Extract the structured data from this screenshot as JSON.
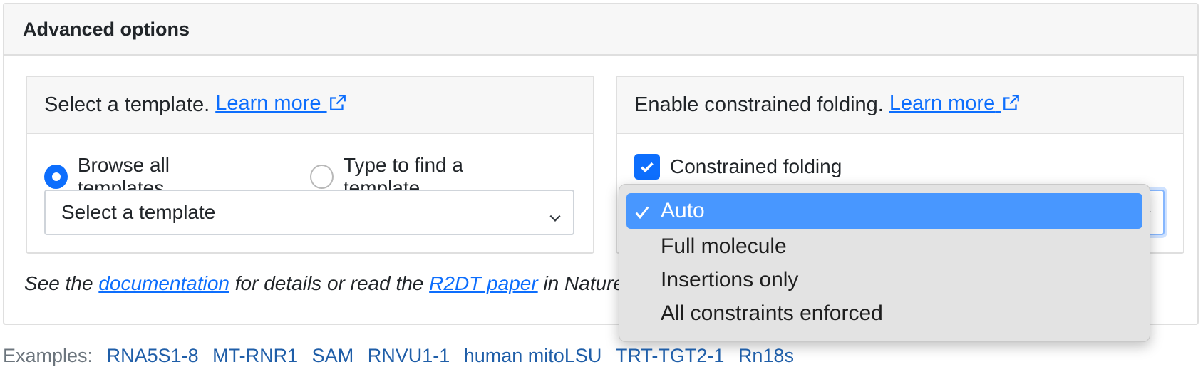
{
  "card": {
    "title": "Advanced options"
  },
  "template_panel": {
    "header_text": "Select a template.",
    "learn_more": "Learn more",
    "radio_browse": "Browse all templates",
    "radio_type": "Type to find a template",
    "select_placeholder": "Select a template"
  },
  "folding_panel": {
    "header_text": "Enable constrained folding.",
    "learn_more": "Learn more",
    "checkbox_label": "Constrained folding"
  },
  "dropdown": {
    "options": [
      "Auto",
      "Full molecule",
      "Insertions only",
      "All constraints enforced"
    ],
    "selected": "Auto"
  },
  "note": {
    "prefix": "See the ",
    "doc_link": "documentation",
    "middle": " for details or read the ",
    "paper_link": "R2DT paper",
    "suffix": " in Nature"
  },
  "examples": {
    "label": "Examples:",
    "items": [
      "RNA5S1-8",
      "MT-RNR1",
      "SAM",
      "RNVU1-1",
      "human mitoLSU",
      "TRT-TGT2-1",
      "Rn18s"
    ]
  },
  "colors": {
    "accent": "#0d6efd",
    "dropdown_highlight": "#4897ff",
    "example_link": "#1f5ea8"
  }
}
